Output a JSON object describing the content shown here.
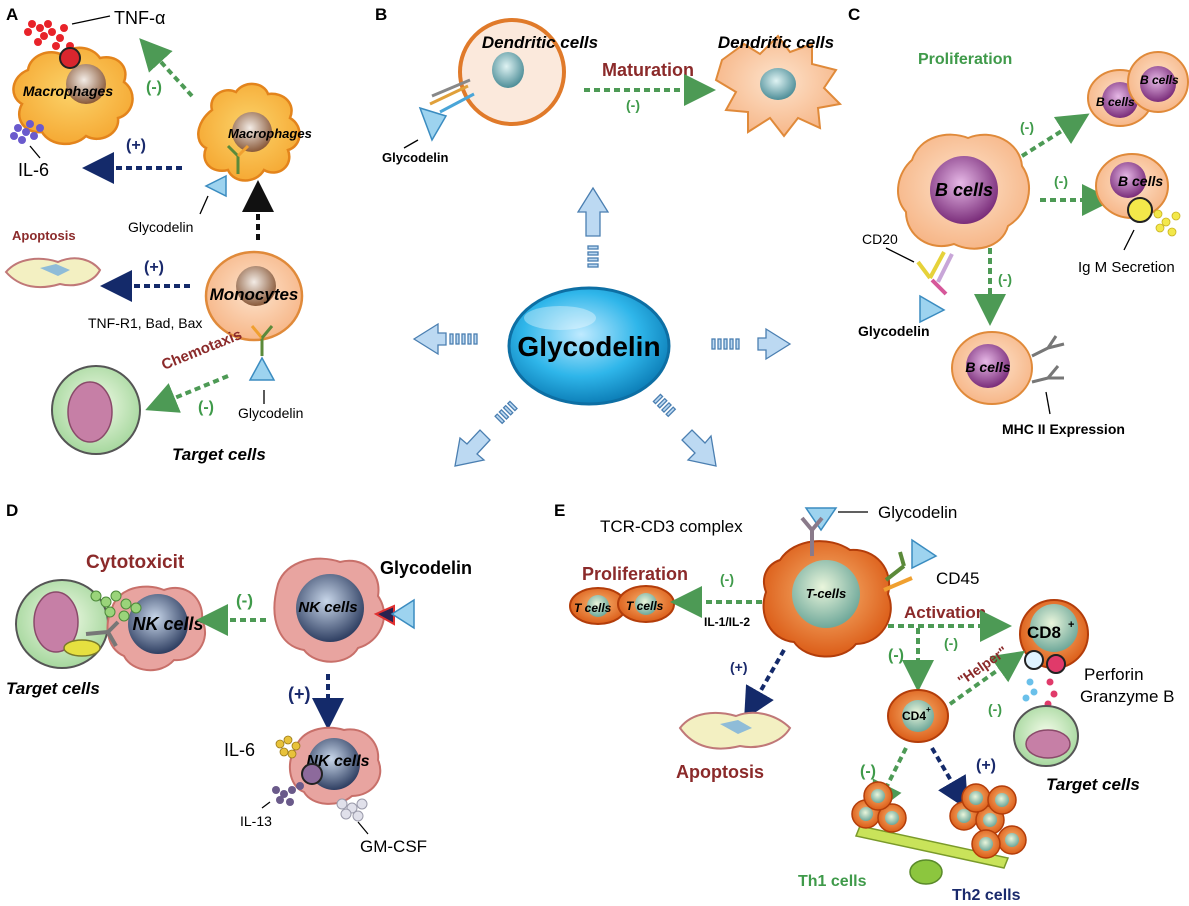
{
  "colors": {
    "green": "#4d9a55",
    "navy": "#142a6a",
    "darkred": "#8b2a2a",
    "cell_orange": "#f9c9a0",
    "cell_border": "#e08a3a",
    "pink_cell": "#e8a4a0",
    "glycodelin_blue": "#2fb6ea",
    "arrow_blue": "#bcd9f2",
    "nucleus_purple": "#8b3b8b",
    "nucleus_teal": "#5c9fa8"
  },
  "center": {
    "label": "Glycodelin"
  },
  "panelA": {
    "letter": "A",
    "tnf_alpha": "TNF-α",
    "macrophages_1": "Macrophages",
    "macrophages_2": "Macrophages",
    "minus_1": "(-)",
    "plus_il6": "(+)",
    "il6": "IL-6",
    "glycodelin_1": "Glycodelin",
    "apoptosis": "Apoptosis",
    "plus_apop": "(+)",
    "monocytes": "Monocytes",
    "tnfr": "TNF-R1, Bad, Bax",
    "chemotaxis": "Chemotaxis",
    "minus_chem": "(-)",
    "glycodelin_2": "Glycodelin",
    "target": "Target cells"
  },
  "panelB": {
    "letter": "B",
    "dc_1": "Dendritic cells",
    "dc_2": "Dendritic cells",
    "maturation": "Maturation",
    "minus": "(-)",
    "glycodelin": "Glycodelin"
  },
  "panelC": {
    "letter": "C",
    "proliferation": "Proliferation",
    "minus_prolif": "(-)",
    "bcells_a": "B cells",
    "bcells_b": "B cells",
    "bcells_main": "B cells",
    "minus_igm": "(-)",
    "bcells_igm": "B cells",
    "cd20": "CD20",
    "igm": "Ig M Secretion",
    "minus_mhc": "(-)",
    "glycodelin": "Glycodelin",
    "bcells_mhc": "B cells",
    "mhc": "MHC II Expression"
  },
  "panelD": {
    "letter": "D",
    "cytotox": "Cytotoxicit",
    "minus": "(-)",
    "nk_main": "NK cells",
    "nk_left": "NK cells",
    "glycodelin": "Glycodelin",
    "target": "Target cells",
    "plus": "(+)",
    "il6": "IL-6",
    "nk_bottom": "NK cells",
    "il13": "IL-13",
    "gmcsf": "GM-CSF"
  },
  "panelE": {
    "letter": "E",
    "tcr": "TCR-CD3 complex",
    "glycodelin": "Glycodelin",
    "cd45": "CD45",
    "proliferation": "Proliferation",
    "minus_prolif": "(-)",
    "tcells_a": "T cells",
    "tcells_b": "T cells",
    "il": "IL-1/IL-2",
    "tcells_main": "T-cells",
    "activation": "Activation",
    "minus_act": "(-)",
    "cd8": "CD8",
    "cd8_sup": "+",
    "perforin": "Perforin",
    "granzyme": "Granzyme B",
    "plus_apop": "(+)",
    "minus_cd4": "(-)",
    "helper": "\"Helper\"",
    "minus_helper": "(-)",
    "cd4": "CD4",
    "cd4_sup": "+",
    "apoptosis": "Apoptosis",
    "target": "Target cells",
    "minus_th1": "(-)",
    "plus_th2": "(+)",
    "th1": "Th1 cells",
    "th2": "Th2 cells"
  }
}
